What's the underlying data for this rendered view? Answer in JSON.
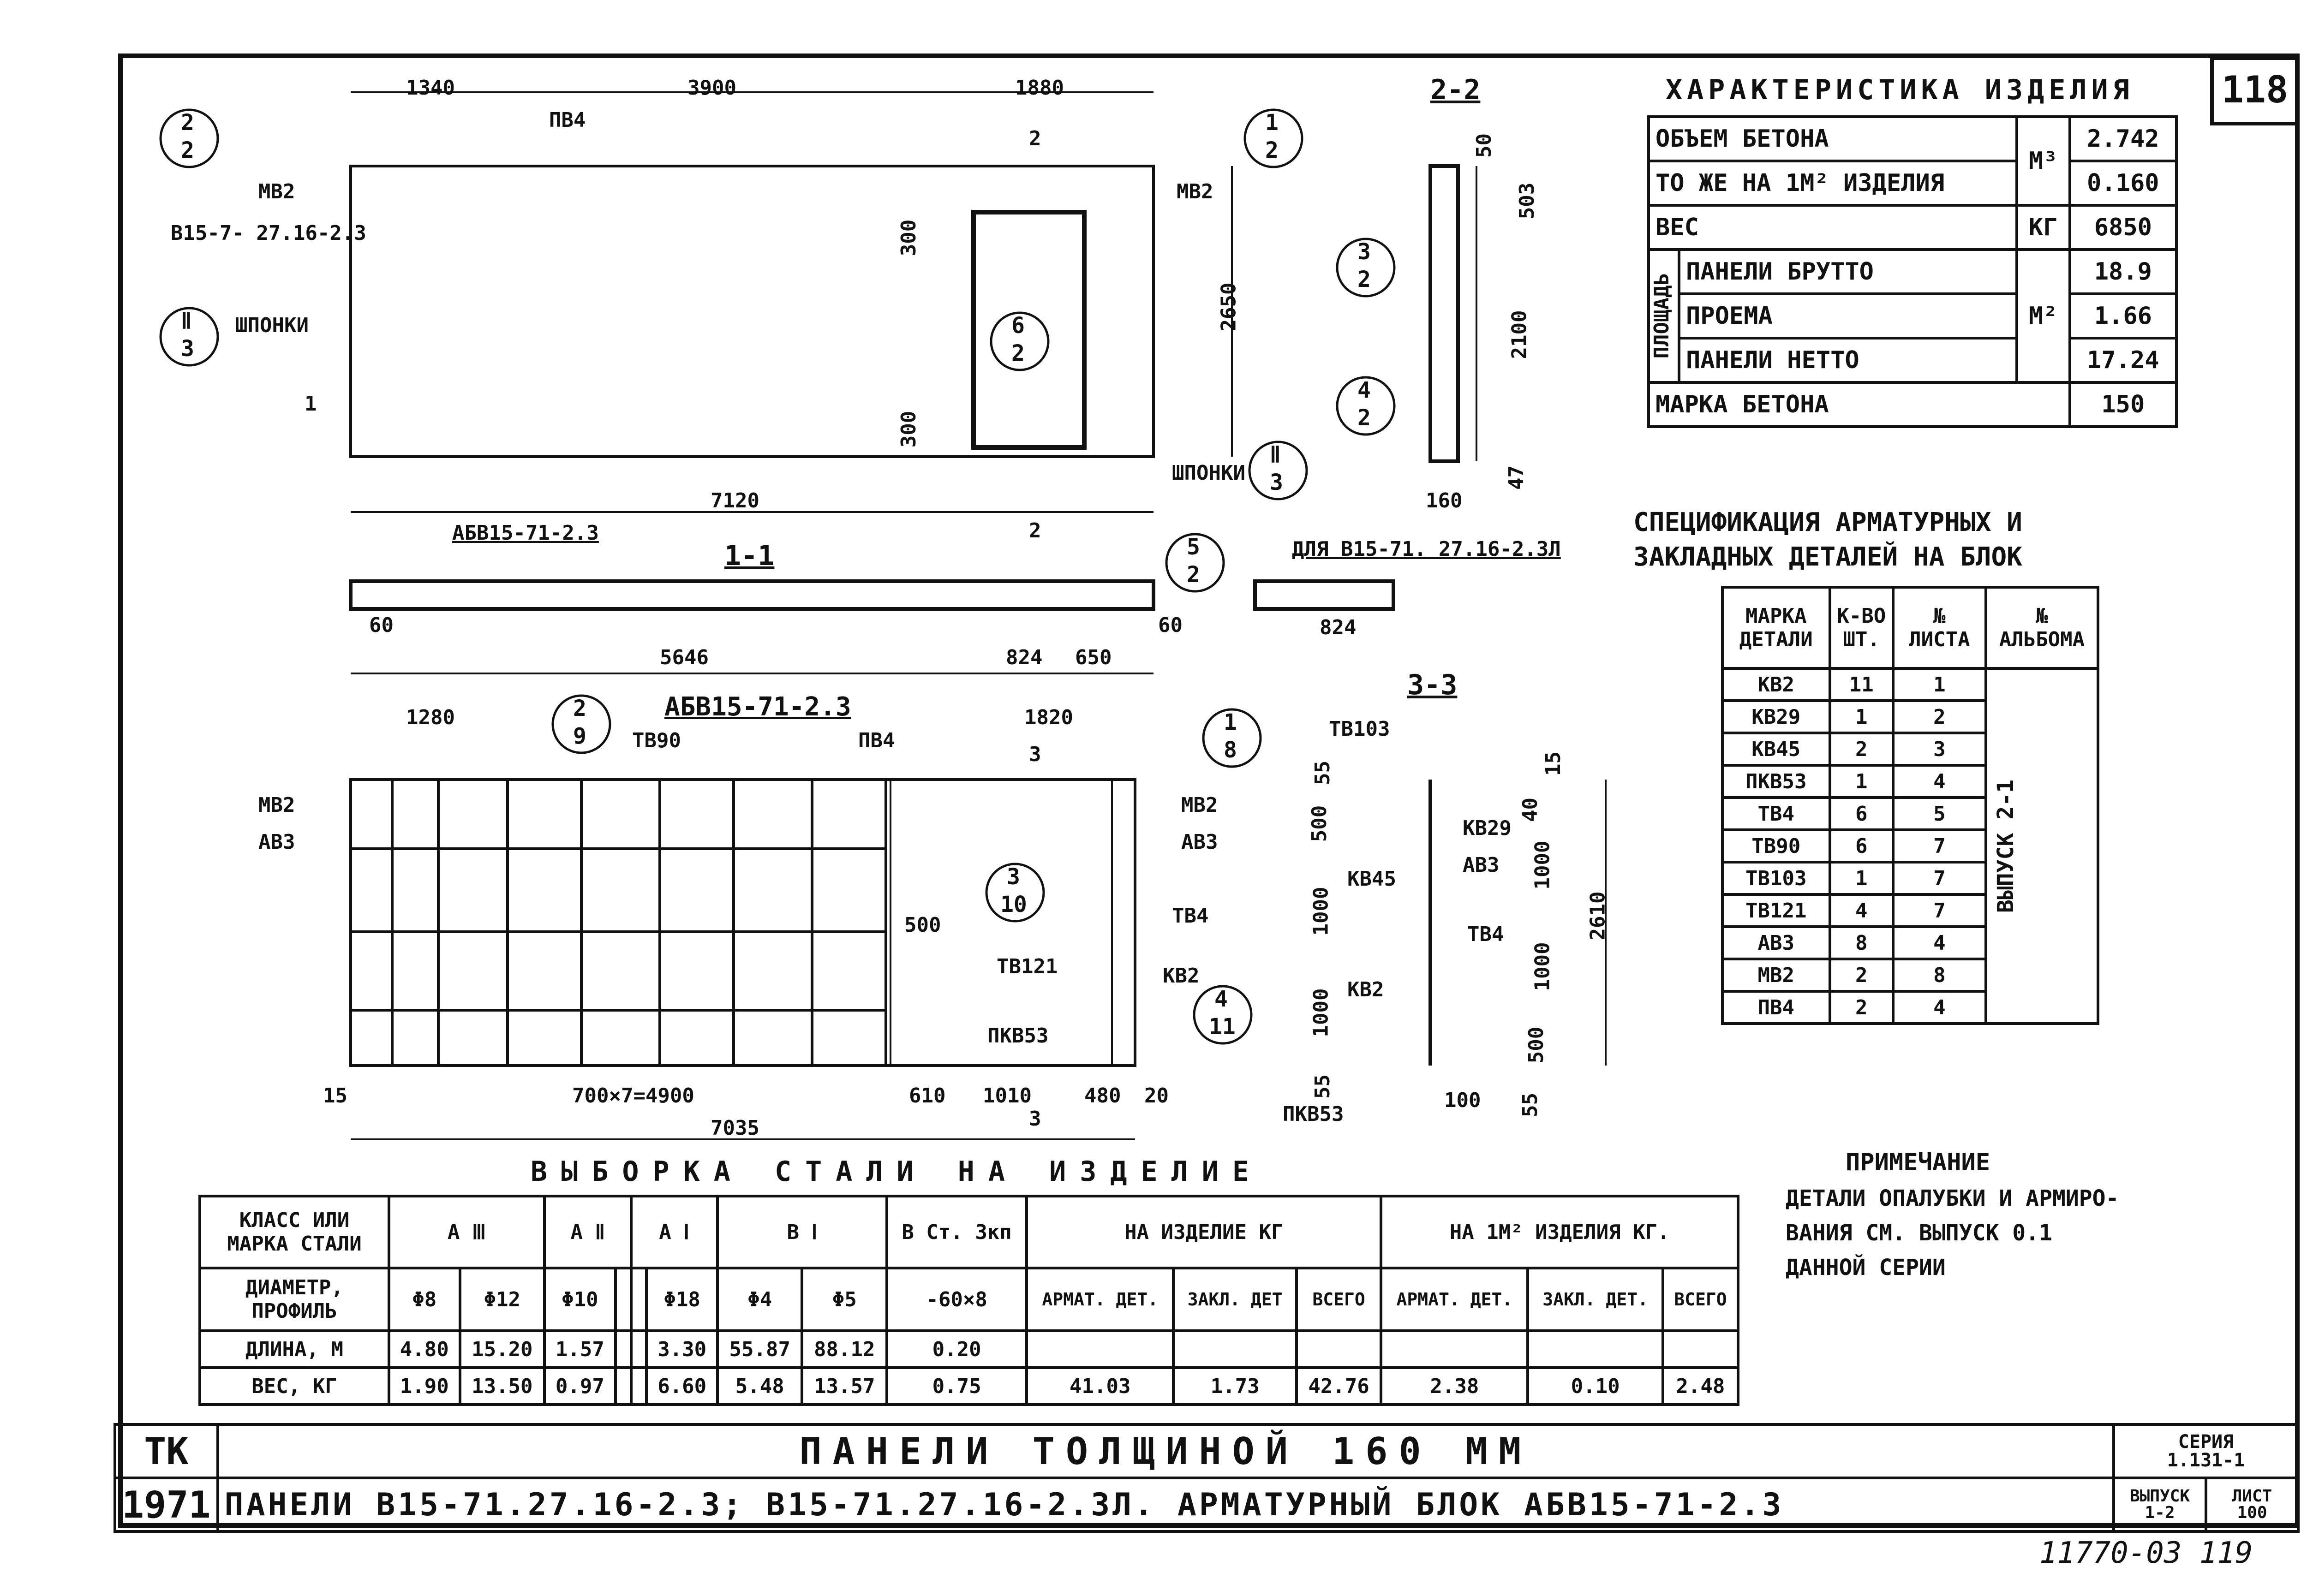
{
  "sheet_number": "118",
  "characteristics": {
    "title": "ХАРАКТЕРИСТИКА ИЗДЕЛИЯ",
    "rows": [
      {
        "label": "ОБЪЕМ БЕТОНА",
        "unit": "",
        "value": "2.742"
      },
      {
        "label": "ТО ЖЕ НА 1М² ИЗДЕЛИЯ",
        "unit": "М³",
        "value": "0.160"
      },
      {
        "label": "ВЕС",
        "unit": "КГ",
        "value": "6850"
      },
      {
        "label": "ПАНЕЛИ БРУТТО",
        "unit": "",
        "value": "18.9"
      },
      {
        "label": "ПРОЕМА",
        "unit": "М²",
        "value": "1.66"
      },
      {
        "label": "ПАНЕЛИ НЕТТО",
        "unit": "",
        "value": "17.24"
      },
      {
        "label": "МАРКА БЕТОНА",
        "unit": "",
        "value": "150"
      }
    ],
    "area_group": "ПЛОЩАДЬ"
  },
  "specification": {
    "title_line1": "СПЕЦИФИКАЦИЯ АРМАТУРНЫХ И",
    "title_line2": "ЗАКЛАДНЫХ ДЕТАЛЕЙ НА БЛОК",
    "headers": [
      "МАРКА ДЕТАЛИ",
      "К-ВО ШТ.",
      "№ ЛИСТА",
      "№ АЛЬБОМА"
    ],
    "rows": [
      [
        "КВ2",
        "11",
        "1"
      ],
      [
        "КВ29",
        "1",
        "2"
      ],
      [
        "КВ45",
        "2",
        "3"
      ],
      [
        "ПКВ53",
        "1",
        "4"
      ],
      [
        "ТВ4",
        "6",
        "5"
      ],
      [
        "ТВ90",
        "6",
        "7"
      ],
      [
        "ТВ103",
        "1",
        "7"
      ],
      [
        "ТВ121",
        "4",
        "7"
      ],
      [
        "АВ3",
        "8",
        "4"
      ],
      [
        "МВ2",
        "2",
        "8"
      ],
      [
        "ПВ4",
        "2",
        "4"
      ]
    ],
    "album": "ВЫПУСК 2-1"
  },
  "note": {
    "title": "ПРИМЕЧАНИЕ",
    "lines": [
      "ДЕТАЛИ ОПАЛУБКИ И АРМИРО-",
      "ВАНИЯ СМ. ВЫПУСК 0.1",
      "ДАННОЙ СЕРИИ"
    ]
  },
  "steel": {
    "title": "ВЫБОРКА СТАЛИ НА ИЗДЕЛИЕ",
    "row_class_label": "КЛАСС ИЛИ МАРКА СТАЛИ",
    "classes": [
      "А Ⅲ",
      "А Ⅱ",
      "А Ⅰ",
      "В Ⅰ",
      "В Ст. 3кп"
    ],
    "per_product": "НА ИЗДЕЛИЕ КГ",
    "per_m2": "НА 1М² ИЗДЕЛИЯ КГ.",
    "row_diam_label": "ДИАМЕТР, ПРОФИЛЬ",
    "diameters": [
      "Φ8",
      "Φ12",
      "Φ10",
      "",
      "",
      "Φ18",
      "Φ4",
      "Φ5",
      "-60×8"
    ],
    "sub_headers": [
      "АРМАТ. ДЕТ.",
      "ЗАКЛ. ДЕТ",
      "ВСЕГО",
      "АРМАТ. ДЕТ.",
      "ЗАКЛ. ДЕТ.",
      "ВСЕГО"
    ],
    "row_length_label": "ДЛИНА, М",
    "lengths": [
      "4.80",
      "15.20",
      "1.57",
      "",
      "",
      "3.30",
      "55.87",
      "88.12",
      "0.20",
      "",
      "",
      "",
      "",
      "",
      ""
    ],
    "row_weight_label": "ВЕС, КГ",
    "weights": [
      "1.90",
      "13.50",
      "0.97",
      "",
      "",
      "6.60",
      "5.48",
      "13.57",
      "0.75",
      "41.03",
      "1.73",
      "42.76",
      "2.38",
      "0.10",
      "2.48"
    ]
  },
  "title_block": {
    "org": "ТК",
    "year": "1971",
    "title1": "ПАНЕЛИ ТОЛЩИНОЙ 160 ММ",
    "title2": "ПАНЕЛИ В15-71.27.16-2.3; В15-71.27.16-2.3Л. АРМАТУРНЫЙ БЛОК АБВ15-71-2.3",
    "series_label": "СЕРИЯ",
    "series": "1.131-1",
    "issue_label": "ВЫПУСК",
    "issue": "1-2",
    "sheet_label": "ЛИСТ",
    "sheet": "100"
  },
  "stamp": "11770-03 119",
  "drawing": {
    "labels": {
      "d1340": "1340",
      "d3900": "3900",
      "d1880": "1880",
      "d7120": "7120",
      "d2650": "2650",
      "d300a": "300",
      "d300b": "300",
      "pv4": "ПВ4",
      "mv2a": "МВ2",
      "mv2b": "МВ2",
      "panel": "В15-7- 27.16-2.3",
      "shponki1": "ШПОНКИ",
      "shponki2": "ШПОНКИ",
      "sec22": "2-2",
      "d50": "50",
      "d503": "503",
      "d2100": "2100",
      "d47": "47",
      "d160": "160",
      "sec11": "1-1",
      "abv1": "АБВ15-71-2.3",
      "for_l": "ДЛЯ В15-71. 27.16-2.3Л",
      "d60a": "60",
      "d60b": "60",
      "d5646": "5646",
      "d824a": "824",
      "d650": "650",
      "d824b": "824",
      "abv2": "АБВ15-71-2.3",
      "d1280": "1280",
      "d1820": "1820",
      "tv90": "ТВ90",
      "pv4b": "ПВ4",
      "mv2c": "МВ2",
      "av3a": "АВ3",
      "mv2d": "МВ2",
      "av3b": "АВ3",
      "d500": "500",
      "tv4": "ТВ4",
      "tv121": "ТВ121",
      "kv2": "КВ2",
      "pkv53": "ПКВ53",
      "d15": "15",
      "d4900": "700×7=4900",
      "d610": "610",
      "d1010": "1010",
      "d480": "480",
      "d20": "20",
      "d7035": "7035",
      "sec33": "3-3",
      "tv103": "ТВ103",
      "kv45": "КВ45",
      "kv29": "КВ29",
      "av3c": "АВ3",
      "kv2b": "КВ2",
      "tv4b": "ТВ4",
      "pkv53b": "ПКВ53",
      "d100": "100",
      "d2610": "2610",
      "d55a": "55",
      "d500a": "500",
      "d1000a": "1000",
      "d1000b": "1000",
      "d55b": "55",
      "d15b": "15",
      "d40": "40",
      "d1000c": "1000",
      "d1000d": "1000",
      "d500b": "500",
      "d55c": "55"
    },
    "bubbles": [
      {
        "top": "2",
        "bottom": "2"
      },
      {
        "top": "1",
        "bottom": "2"
      },
      {
        "top": "Ⅱ",
        "bottom": "3"
      },
      {
        "top": "6",
        "bottom": "2"
      },
      {
        "top": "3",
        "bottom": "2"
      },
      {
        "top": "4",
        "bottom": "2"
      },
      {
        "top": "Ⅱ",
        "bottom": "3"
      },
      {
        "top": "5",
        "bottom": "2"
      },
      {
        "top": "2",
        "bottom": "9"
      },
      {
        "top": "1",
        "bottom": "8"
      },
      {
        "top": "3",
        "bottom": "10"
      },
      {
        "top": "4",
        "bottom": "11"
      }
    ],
    "cut_marks": [
      "2",
      "1",
      "2",
      "3",
      "3"
    ]
  }
}
